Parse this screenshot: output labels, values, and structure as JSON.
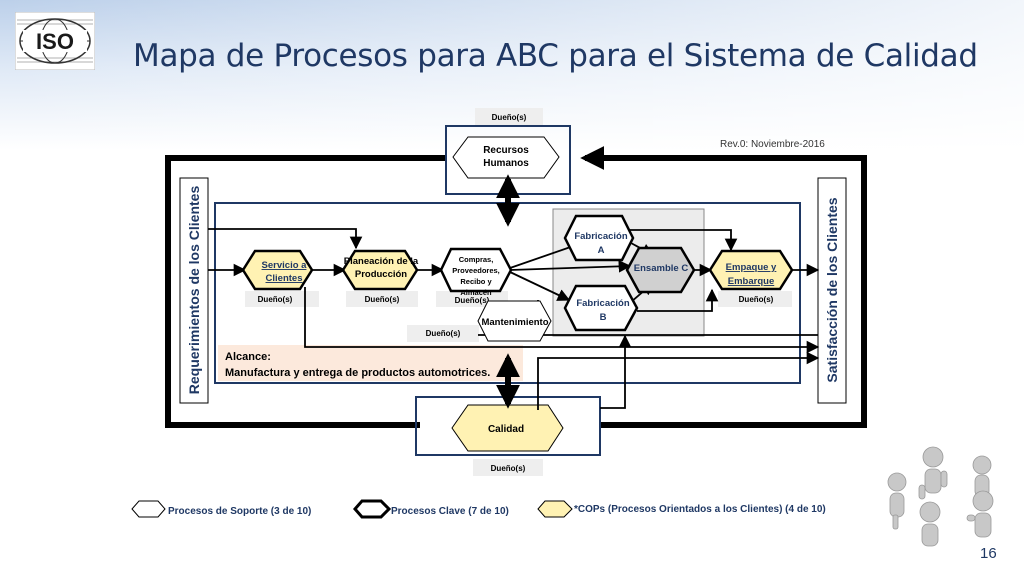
{
  "title": "Mapa de Procesos para ABC para el Sistema de Calidad",
  "logo_text": "ISO",
  "revision": "Rev.0: Noviembre-2016",
  "page_number": "16",
  "owner_label": "Dueño(s)",
  "left_vertical_label": "Requerimientos de los Clientes",
  "right_vertical_label": "Satisfacción de los Clientes",
  "scope": {
    "title": "Alcance:",
    "text": "Manufactura y entrega de productos automotrices."
  },
  "processes": {
    "recursos": [
      "Recursos",
      "Humanos"
    ],
    "servicio": [
      "Servicio a",
      "Clientes"
    ],
    "planeacion": [
      "Planeación de la",
      "Producción"
    ],
    "compras": [
      "Compras,",
      "Proveedores,",
      "Recibo y",
      "Almacén"
    ],
    "fabricacion_a": [
      "Fabricación",
      "A"
    ],
    "fabricacion_b": [
      "Fabricación",
      "B"
    ],
    "ensamble": "Ensamble C",
    "empaque": [
      "Empaque y",
      "Embarque"
    ],
    "mantenimiento": "Mantenimiento",
    "calidad": "Calidad"
  },
  "legend": {
    "soporte": "Procesos de Soporte (3 de 10)",
    "clave": "Procesos Clave (7 de 10)",
    "cops": "*COPs (Procesos Orientados a los Clientes) (4 de 10)"
  },
  "colors": {
    "title": "#1f3864",
    "navy_border": "#1f3864",
    "cop_fill": "#fff2b3",
    "owner_fill": "#eeeeee",
    "scope_fill": "#fce9dc",
    "ensamble_fill": "#d0d0d0"
  }
}
